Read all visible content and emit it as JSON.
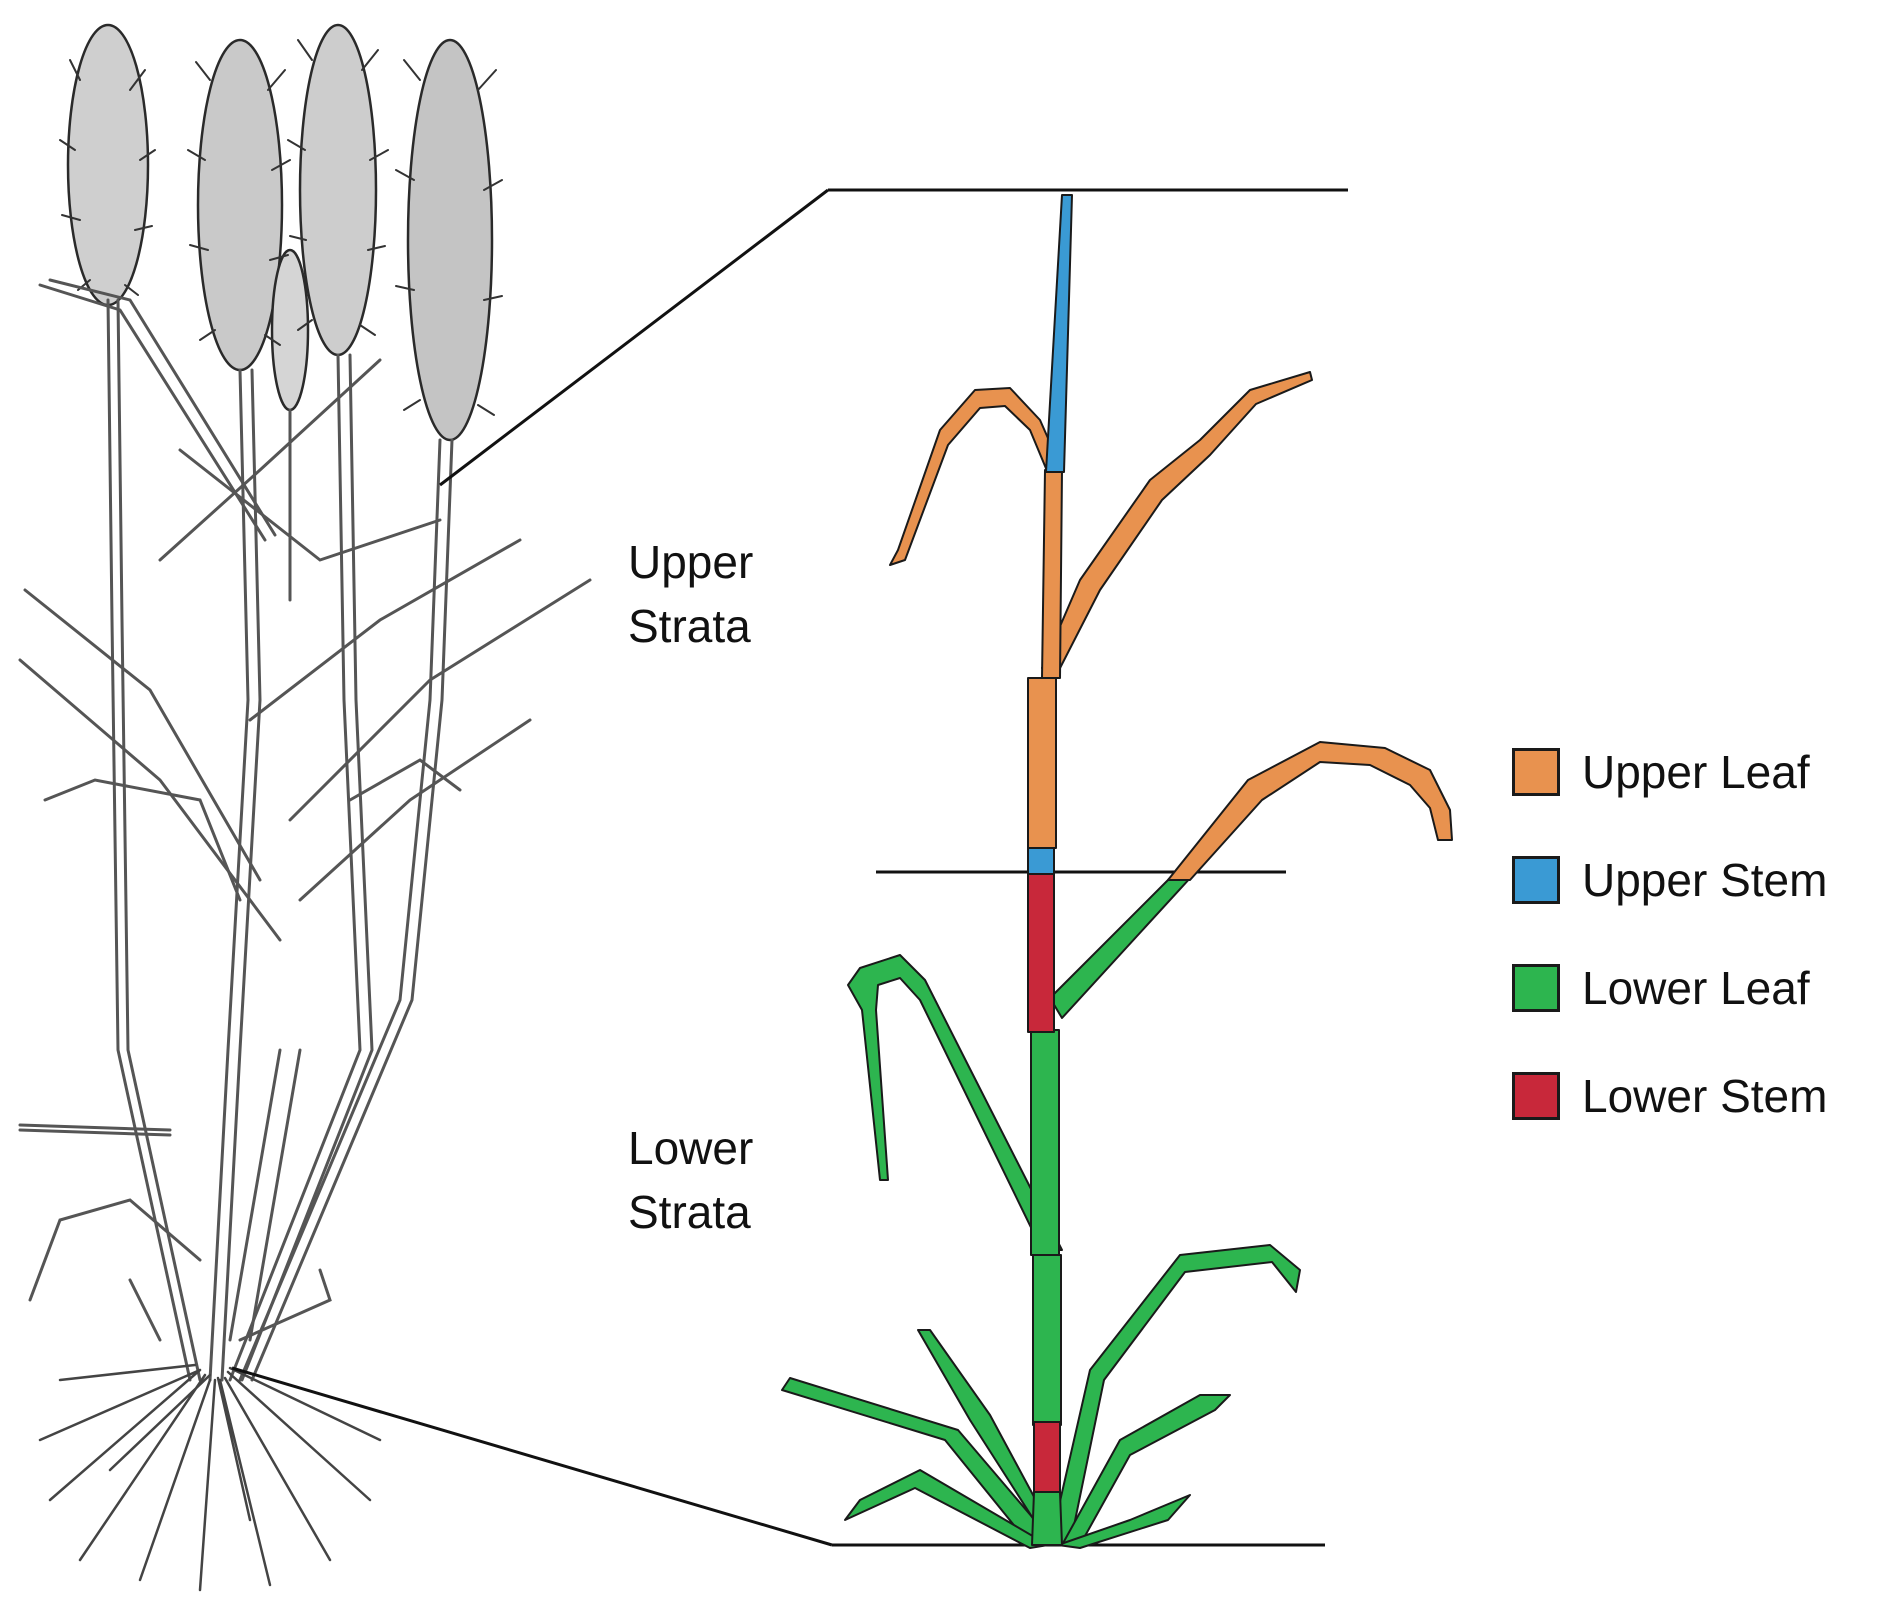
{
  "strata": {
    "upper": "Upper\nStrata",
    "lower": "Lower\nStrata"
  },
  "legend": {
    "items": [
      {
        "label": "Upper Leaf",
        "color": "#E8924F"
      },
      {
        "label": "Upper Stem",
        "color": "#3A9AD4"
      },
      {
        "label": "Lower Leaf",
        "color": "#2DB54F"
      },
      {
        "label": "Lower Stem",
        "color": "#C8283A"
      }
    ]
  },
  "colors": {
    "upper_leaf": "#E8924F",
    "upper_stem": "#3A9AD4",
    "lower_leaf": "#2DB54F",
    "lower_stem": "#C8283A",
    "line": "#111111",
    "sketch": "#555555"
  }
}
